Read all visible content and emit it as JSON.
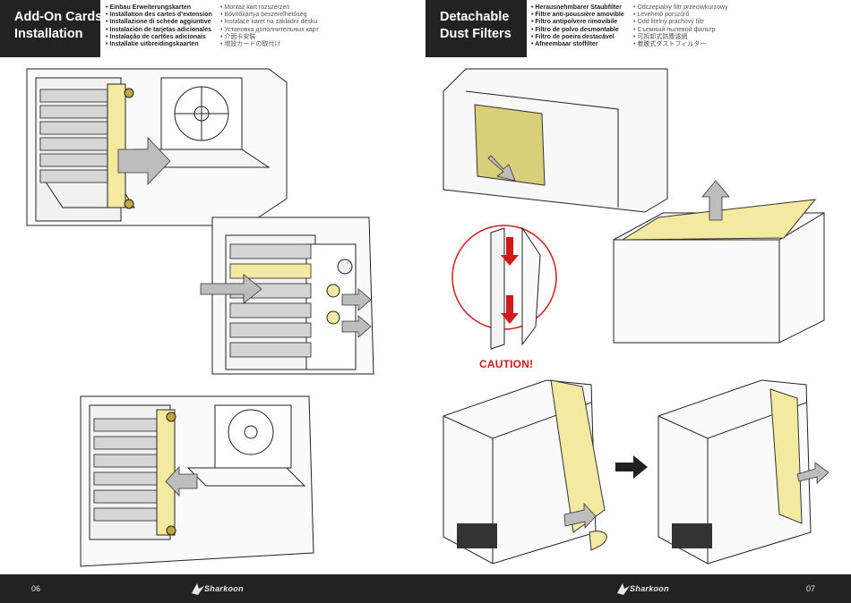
{
  "left": {
    "title_line1": "Add-On Cards",
    "title_line2": "Installation",
    "languages_col1": [
      "• Einbau Erweiterungskarten",
      "• Installation des cartes d’extension",
      "• Installazione di schede aggiuntive",
      "• Instalación de tarjetas adicionales",
      "• Instalação de cartões adicionais",
      "• Installatie uitbreidingskaarten"
    ],
    "languages_col2": [
      "• Montaż kart rozszerzeń",
      "• Bővítőkártya beszerelhetőség",
      "• Instalace karet na základní desku",
      "• Установка дополнительных карт",
      "• 介面卡安裝",
      "• 増設カードの取付け"
    ],
    "page_number": "06",
    "logo_text": "Sharkoon"
  },
  "right": {
    "title_line1": "Detachable",
    "title_line2": "Dust Filters",
    "languages_col1": [
      "• Herausnehmbarer Staubfilter",
      "• Filtre anti-poussière amovible",
      "• Filtro antipolvere rimovibile",
      "• Filtro de polvo desmontable",
      "• Filtro de poeira destacável",
      "• Afneembaar stoffilter"
    ],
    "languages_col2": [
      "• Odczepialny filtr przeciwkurzowy",
      "• Levehető porszűrő",
      "• Odd litelný prachový filtr",
      "• Съемный пылевой фильтр",
      "• 可拆卸式防塵濾網",
      "• 着脱式ダストフィルター"
    ],
    "caution": "CAUTION!",
    "page_number": "07",
    "logo_text": "Sharkoon"
  },
  "colors": {
    "header_bg": "#222222",
    "highlight_yellow": "#f3e9a0",
    "arrow_grey": "#bdbdbd",
    "caution_red": "#d11b1b"
  }
}
